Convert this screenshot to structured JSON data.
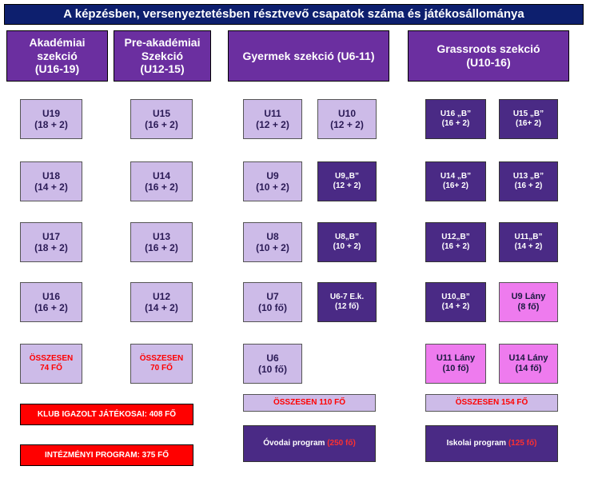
{
  "title": "A  képzésben, versenyeztetésben résztvevő csapatok száma  és játékosállománya",
  "sections": {
    "akademiai": {
      "line1": "Akadémiai",
      "line2": "szekció",
      "line3": "(U16-19)"
    },
    "preakademiai": {
      "line1": "Pre-akadémiai",
      "line2": "Szekció",
      "line3": "(U12-15)"
    },
    "gyermek": {
      "label": "Gyermek szekció (U6-11)"
    },
    "grassroots": {
      "line1": "Grassroots szekció",
      "line2": "(U10-16)"
    }
  },
  "akademiai_teams": [
    {
      "name": "U19",
      "count": "(18 + 2)"
    },
    {
      "name": "U18",
      "count": "(14 + 2)"
    },
    {
      "name": "U17",
      "count": "(18 + 2)"
    },
    {
      "name": "U16",
      "count": "(16 + 2)"
    }
  ],
  "akademiai_total": {
    "line1": "ÖSSZESEN",
    "line2": "74 FŐ"
  },
  "preakademiai_teams": [
    {
      "name": "U15",
      "count": "(16 + 2)"
    },
    {
      "name": "U14",
      "count": "(16 + 2)"
    },
    {
      "name": "U13",
      "count": "(16 + 2)"
    },
    {
      "name": "U12",
      "count": "(14 + 2)"
    }
  ],
  "preakademiai_total": {
    "line1": "ÖSSZESEN",
    "line2": "70 FŐ"
  },
  "gyermek_a": [
    {
      "name": "U11",
      "count": "(12 + 2)"
    },
    {
      "name": "U9",
      "count": "(10 + 2)"
    },
    {
      "name": "U8",
      "count": "(10 + 2)"
    },
    {
      "name": "U7",
      "count": "(10 fő)"
    },
    {
      "name": "U6",
      "count": "(10 fő)"
    }
  ],
  "gyermek_b": [
    {
      "name": "U10",
      "count": "(12 + 2)"
    },
    {
      "name": "U9„B”",
      "count": "(12 + 2)"
    },
    {
      "name": "U8„B”",
      "count": "(10 + 2)"
    },
    {
      "name": "U6-7 E.k.",
      "count": "(12 fő)"
    }
  ],
  "gyermek_total": "ÖSSZESEN  110 FŐ",
  "grass_a": [
    {
      "name": "U16 „B”",
      "count": "(16 + 2)"
    },
    {
      "name": "U14 „B”",
      "count": "(16+ 2)"
    },
    {
      "name": "U12„B”",
      "count": "(16 + 2)"
    },
    {
      "name": "U10„B”",
      "count": "(14 + 2)"
    },
    {
      "name": "U11 Lány",
      "count": "(10 fő)"
    }
  ],
  "grass_b": [
    {
      "name": "U15 „B”",
      "count": "(16+ 2)"
    },
    {
      "name": "U13 „B”",
      "count": "(16 + 2)"
    },
    {
      "name": "U11„B”",
      "count": "(14 + 2)"
    },
    {
      "name": "U9 Lány",
      "count": "(8 fő)"
    },
    {
      "name": "U14 Lány",
      "count": "(14 fő)"
    }
  ],
  "grass_total": "ÖSSZESEN  154 FŐ",
  "klub": "KLUB IGAZOLT JÁTÉKOSAI: 408 FŐ",
  "intezmenyi": "INTÉZMÉNYI  PROGRAM: 375 FŐ",
  "ovodai": {
    "text": "Óvodai program ",
    "count": "(250 fő)"
  },
  "iskolai": {
    "text": "Iskolai program ",
    "count": "(125 fő)"
  }
}
